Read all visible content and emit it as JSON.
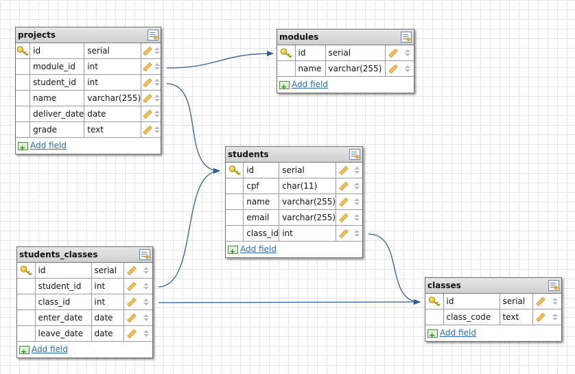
{
  "add_field_label": "Add field",
  "colors": {
    "link_line": "#2d5f96",
    "link_text": "#2a6ab3",
    "header_bg": "#d6d6d6"
  },
  "tables": {
    "projects": {
      "name": "projects",
      "fields": [
        {
          "name": "id",
          "type": "serial",
          "pk": true
        },
        {
          "name": "module_id",
          "type": "int",
          "pk": false
        },
        {
          "name": "student_id",
          "type": "int",
          "pk": false
        },
        {
          "name": "name",
          "type": "varchar(255)",
          "pk": false
        },
        {
          "name": "deliver_date",
          "type": "date",
          "pk": false
        },
        {
          "name": "grade",
          "type": "text",
          "pk": false
        }
      ]
    },
    "modules": {
      "name": "modules",
      "fields": [
        {
          "name": "id",
          "type": "serial",
          "pk": true
        },
        {
          "name": "name",
          "type": "varchar(255)",
          "pk": false
        }
      ]
    },
    "students": {
      "name": "students",
      "fields": [
        {
          "name": "id",
          "type": "serial",
          "pk": true
        },
        {
          "name": "cpf",
          "type": "char(11)",
          "pk": false
        },
        {
          "name": "name",
          "type": "varchar(255)",
          "pk": false
        },
        {
          "name": "email",
          "type": "varchar(255)",
          "pk": false
        },
        {
          "name": "class_id",
          "type": "int",
          "pk": false
        }
      ]
    },
    "students_classes": {
      "name": "students_classes",
      "fields": [
        {
          "name": "id",
          "type": "serial",
          "pk": true
        },
        {
          "name": "student_id",
          "type": "int",
          "pk": false
        },
        {
          "name": "class_id",
          "type": "int",
          "pk": false
        },
        {
          "name": "enter_date",
          "type": "date",
          "pk": false
        },
        {
          "name": "leave_date",
          "type": "date",
          "pk": false
        }
      ]
    },
    "classes": {
      "name": "classes",
      "fields": [
        {
          "name": "id",
          "type": "serial",
          "pk": true
        },
        {
          "name": "class_code",
          "type": "text",
          "pk": false
        }
      ]
    }
  },
  "relations": [
    {
      "from": "projects.module_id",
      "to": "modules.id"
    },
    {
      "from": "projects.student_id",
      "to": "students.id"
    },
    {
      "from": "students_classes.student_id",
      "to": "students.id"
    },
    {
      "from": "students_classes.class_id",
      "to": "classes.id"
    },
    {
      "from": "students.class_id",
      "to": "classes.id"
    }
  ]
}
